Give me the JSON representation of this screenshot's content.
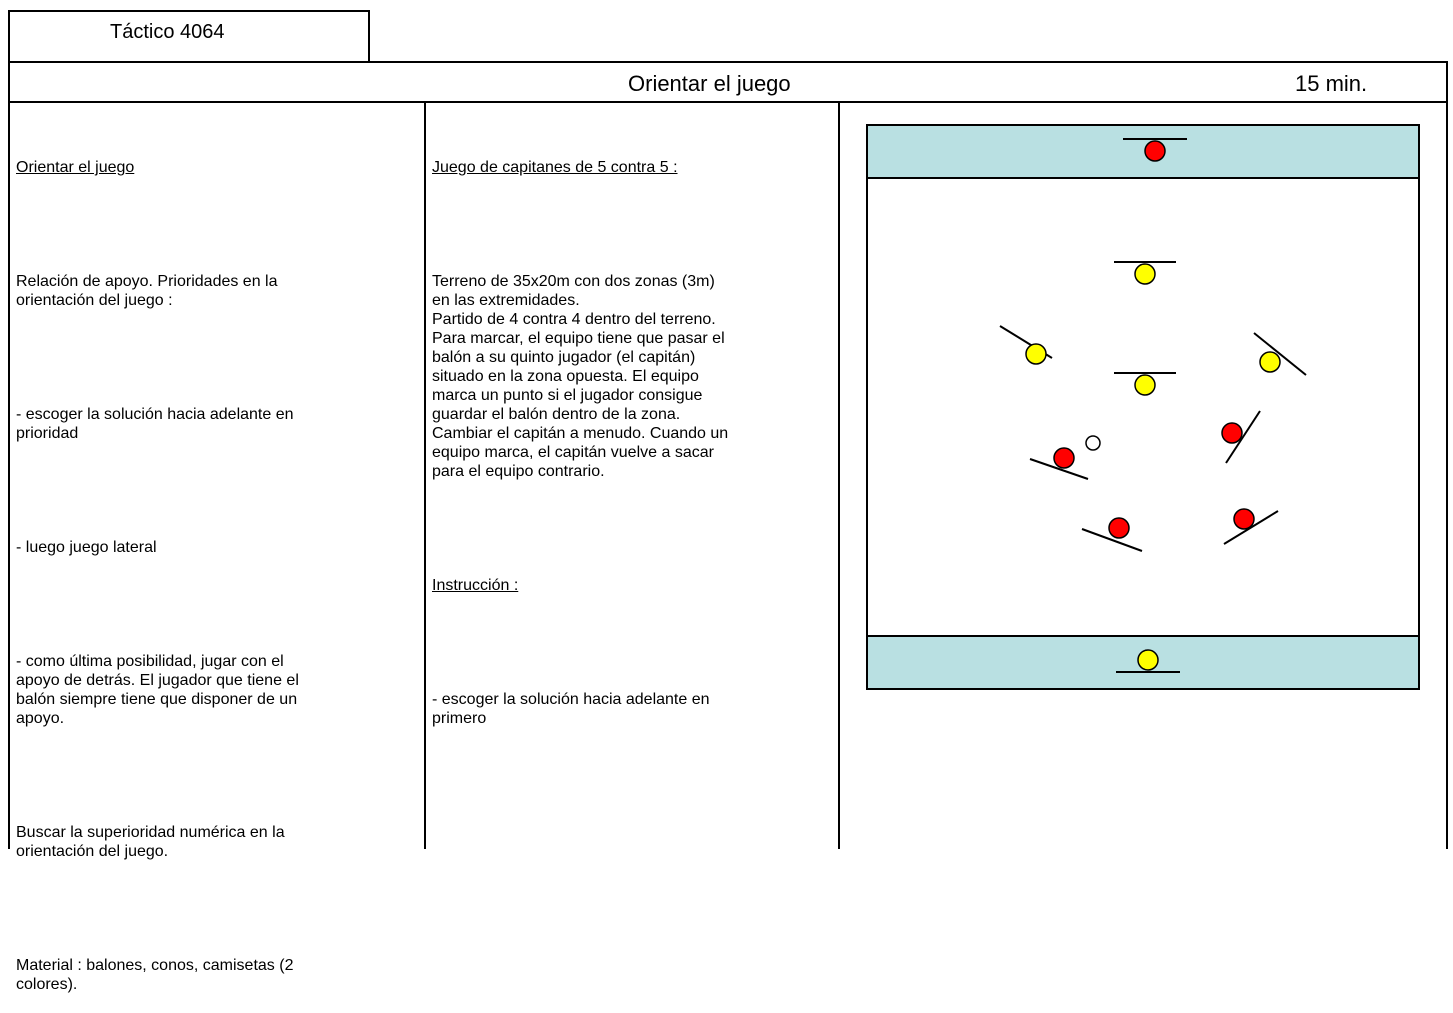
{
  "header": {
    "code": "Táctico 4064",
    "title": "Orientar el juego",
    "duration": "15 min."
  },
  "column1": {
    "heading": "Orientar el juego",
    "p1": "Relación de apoyo. Prioridades en la\norientación del juego :",
    "p2": "- escoger la solución hacia adelante en\nprioridad",
    "p3": "- luego juego lateral",
    "p4": "- como última posibilidad, jugar con el\napoyo de detrás. El jugador que tiene el\nbalón siempre tiene que disponer de un\napoyo.",
    "p5": "Buscar la superioridad numérica en la\norientación del juego.",
    "p6": "Material : balones, conos, camisetas (2\ncolores)."
  },
  "column2": {
    "heading": "Juego de capitanes de 5 contra 5 :",
    "description": "Terreno de 35x20m con dos zonas (3m)\nen las extremidades.\nPartido de 4 contra 4 dentro del terreno.\nPara marcar, el equipo tiene que pasar el\nbalón a su quinto jugador (el capitán)\nsituado en la zona opuesta. El equipo\nmarca un punto si el jugador consigue\nguardar el balón dentro de la zona.\nCambiar el capitán a menudo. Cuando un\nequipo marca, el capitán vuelve a sacar\npara el equipo contrario.",
    "instruction_heading": "Instrucción :",
    "instruction": "- escoger la solución hacia adelante en\nprimero"
  },
  "diagram": {
    "colors": {
      "zone": "#b9e0e2",
      "red_team": "#ff0000",
      "yellow_team": "#ffff00",
      "ball": "#ffffff"
    }
  }
}
